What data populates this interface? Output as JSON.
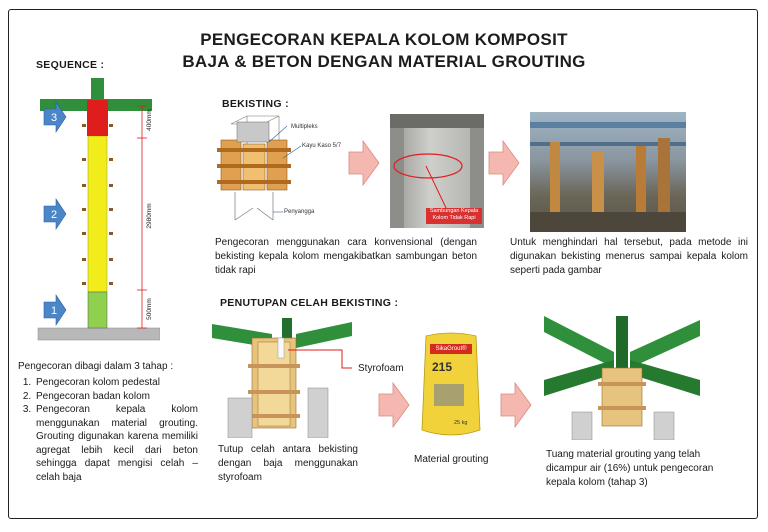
{
  "title": {
    "line1": "PENGECORAN KEPALA KOLOM KOMPOSIT",
    "line2": "BAJA & BETON DENGAN MATERIAL GROUTING"
  },
  "sequence": {
    "heading": "SEQUENCE :",
    "dims": {
      "top": "400mm",
      "middle": "2980mm",
      "bottom": "500mm"
    },
    "markers": [
      "3",
      "2",
      "1"
    ],
    "intro": "Pengecoran dibagi dalam 3 tahap :",
    "steps": [
      "Pengecoran kolom pedestal",
      "Pengecoran badan kolom",
      "Pengecoran kepala kolom menggunakan material grouting. Grouting digunakan karena memiliki agregat lebih kecil dari beton sehingga dapat mengisi celah – celah baja"
    ]
  },
  "bekisting": {
    "heading": "BEKISTING :",
    "diagram_labels": {
      "multipleks": "Multipleks",
      "kayu": "Kayu Kaso 5/7",
      "penyangga": "Penyangga"
    },
    "photo_label": "Sambungan Kepala Kolom Tidak Rapi",
    "caption_left": "Pengecoran menggunakan cara konvensional (dengan bekisting kepala kolom mengakibatkan sambungan beton tidak rapi",
    "caption_right": "Untuk menghindari hal tersebut, pada metode ini digunakan bekisting menerus sampai kepala kolom seperti pada gambar"
  },
  "penutupan": {
    "heading": "PENUTUPAN CELAH BEKISTING :",
    "styrofoam_label": "Styrofoam",
    "bag": {
      "brand": "SikaGrout®",
      "number": "215",
      "weight": "25 kg"
    },
    "caption_left": "Tutup celah antara bekisting dengan baja menggunakan styrofoam",
    "caption_mid": "Material grouting",
    "caption_right": "Tuang material grouting yang telah dicampur air (16%) untuk pengecoran kepala kolom (tahap 3)"
  },
  "colors": {
    "steel": "#2f8f3a",
    "concrete_yellow": "#f2ec1a",
    "head_red": "#e01d1d",
    "pedestal_green": "#8fd14f",
    "arrow_blue": "#4a86c8",
    "arrow_pink": "#f4b8b0"
  }
}
